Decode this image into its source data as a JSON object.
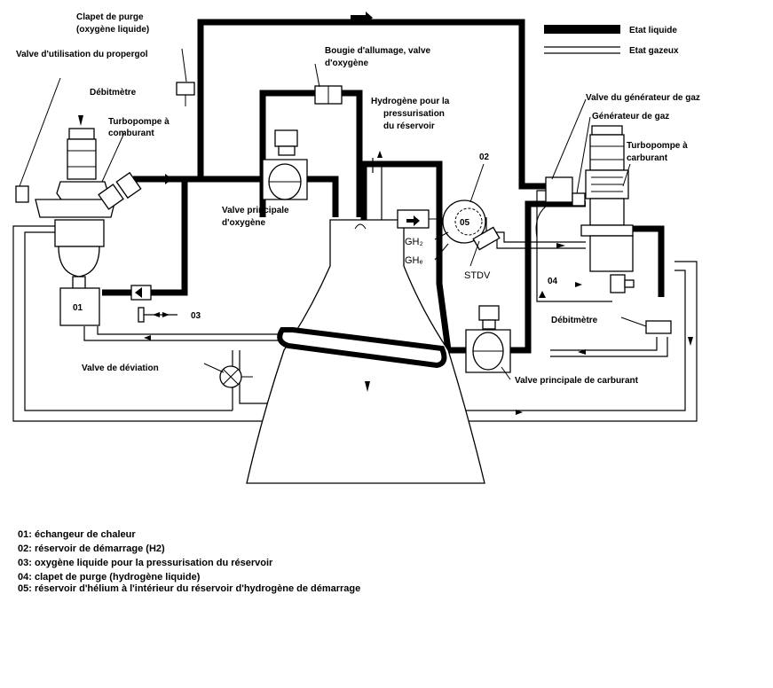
{
  "labels": {
    "clapet_purge_ox_1": "Clapet de purge",
    "clapet_purge_ox_2": "(oxygène liquide)",
    "valve_utilisation": "Valve d'utilisation du propergol",
    "debitmetre_left": "Débitmètre",
    "turbopompe_comb_1": "Turbopompe à",
    "turbopompe_comb_2": "comburant",
    "bougie_1": "Bougie d'allumage, valve",
    "bougie_2": "d'oxygène",
    "hydrogene_1": "Hydrogène pour la",
    "hydrogene_2": "pressurisation",
    "hydrogene_3": "du réservoir",
    "num_02": "02",
    "num_05": "05",
    "gh2": "GH₂",
    "ghe": "GHₑ",
    "stdv": "STDV",
    "num_01": "01",
    "num_03": "03",
    "num_04": "04",
    "valve_principale_ox_1": "Valve principale",
    "valve_principale_ox_2": "d'oxygène",
    "valve_deviation": "Valve de déviation",
    "valve_gen_gaz": "Valve du générateur de gaz",
    "generateur_gaz": "Générateur de gaz",
    "turbopompe_carb_1": "Turbopompe à",
    "turbopompe_carb_2": "carburant",
    "debitmetre_right": "Débitmètre",
    "valve_principale_carb": "Valve principale de carburant"
  },
  "legend": {
    "liquid": "Etat liquide",
    "gas": "Etat gazeux"
  },
  "notes": [
    "01: échangeur de chaleur",
    "02: réservoir de démarrage (H2)",
    "03: oxygène liquide pour la pressurisation du réservoir",
    "04: clapet de purge (hydrogène liquide)",
    "05: réservoir d'hélium à l'intérieur du réservoir d'hydrogène de démarrage"
  ]
}
